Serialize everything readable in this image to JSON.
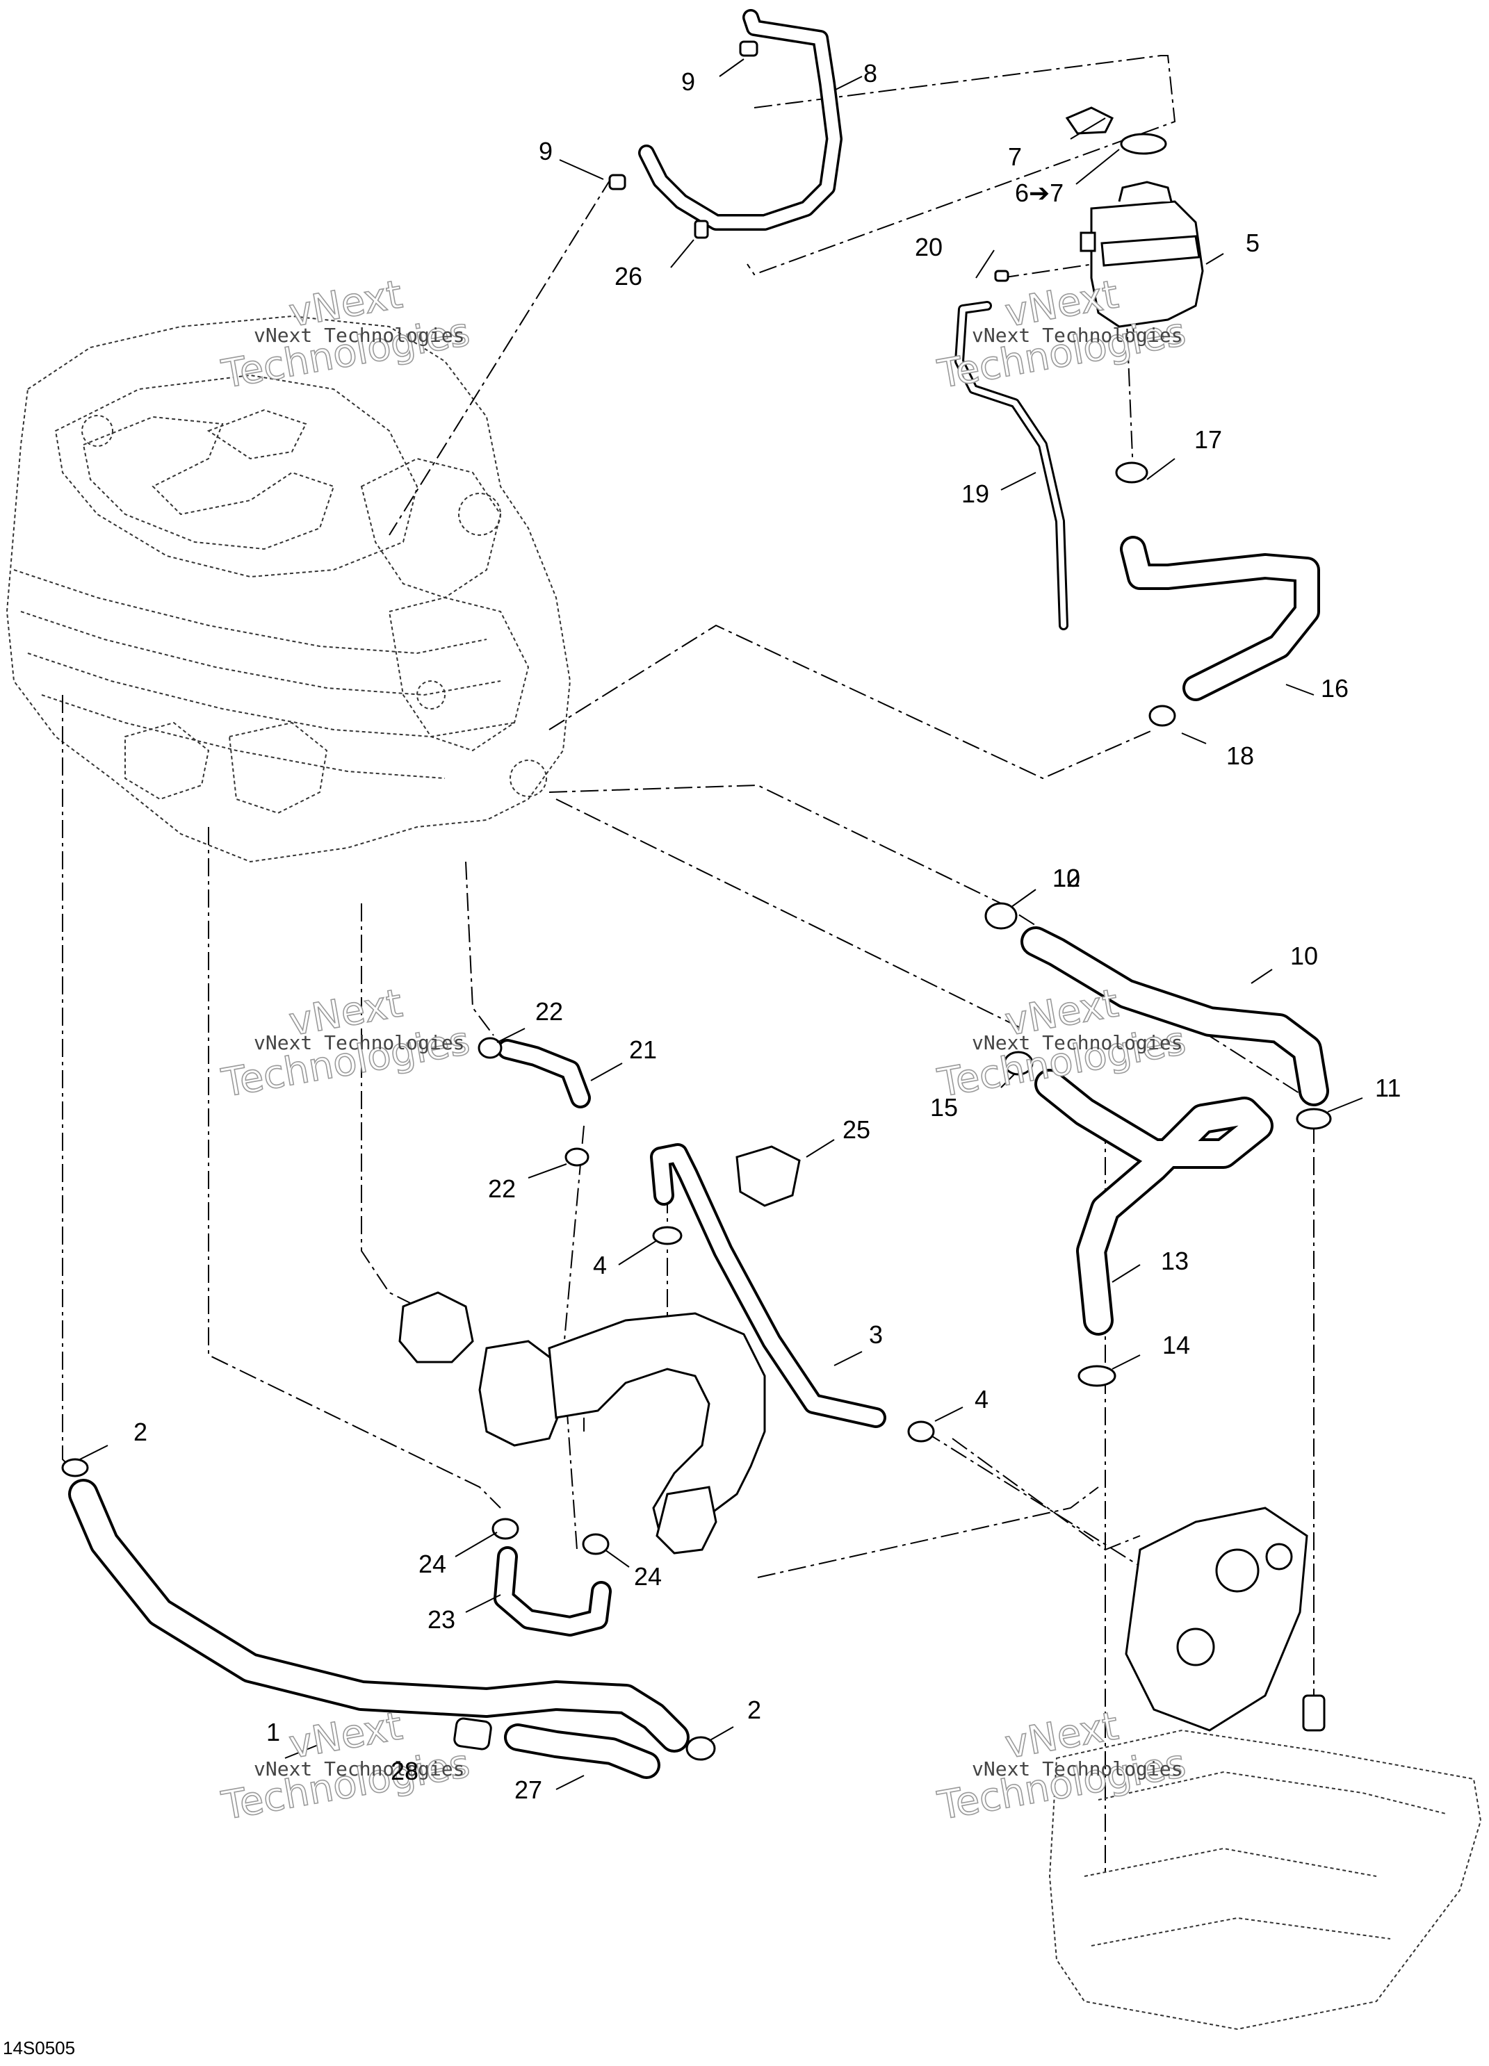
{
  "diagram": {
    "reference_code": "14S0505",
    "watermark": {
      "line1": "vNext",
      "line2": "Technologies",
      "caption": "vNext Technologies"
    },
    "callouts": [
      {
        "id": "c1",
        "label": "1"
      },
      {
        "id": "c2a",
        "label": "2"
      },
      {
        "id": "c2b",
        "label": "2"
      },
      {
        "id": "c3",
        "label": "3"
      },
      {
        "id": "c4a",
        "label": "4"
      },
      {
        "id": "c4b",
        "label": "4"
      },
      {
        "id": "c5",
        "label": "5"
      },
      {
        "id": "c6",
        "label": "6➔7"
      },
      {
        "id": "c7",
        "label": "7"
      },
      {
        "id": "c8",
        "label": "8"
      },
      {
        "id": "c9a",
        "label": "9"
      },
      {
        "id": "c9b",
        "label": "9"
      },
      {
        "id": "c10",
        "label": "10"
      },
      {
        "id": "c11",
        "label": "11"
      },
      {
        "id": "c12",
        "label": "12"
      },
      {
        "id": "c13",
        "label": "13"
      },
      {
        "id": "c14",
        "label": "14"
      },
      {
        "id": "c15",
        "label": "15"
      },
      {
        "id": "c16",
        "label": "16"
      },
      {
        "id": "c17",
        "label": "17"
      },
      {
        "id": "c18",
        "label": "18"
      },
      {
        "id": "c19",
        "label": "19"
      },
      {
        "id": "c20",
        "label": "20"
      },
      {
        "id": "c21",
        "label": "21"
      },
      {
        "id": "c22a",
        "label": "22"
      },
      {
        "id": "c22b",
        "label": "22"
      },
      {
        "id": "c23",
        "label": "23"
      },
      {
        "id": "c24a",
        "label": "24"
      },
      {
        "id": "c24b",
        "label": "24"
      },
      {
        "id": "c25",
        "label": "25"
      },
      {
        "id": "c26",
        "label": "26"
      },
      {
        "id": "c27",
        "label": "27"
      },
      {
        "id": "c28",
        "label": "28"
      }
    ]
  }
}
